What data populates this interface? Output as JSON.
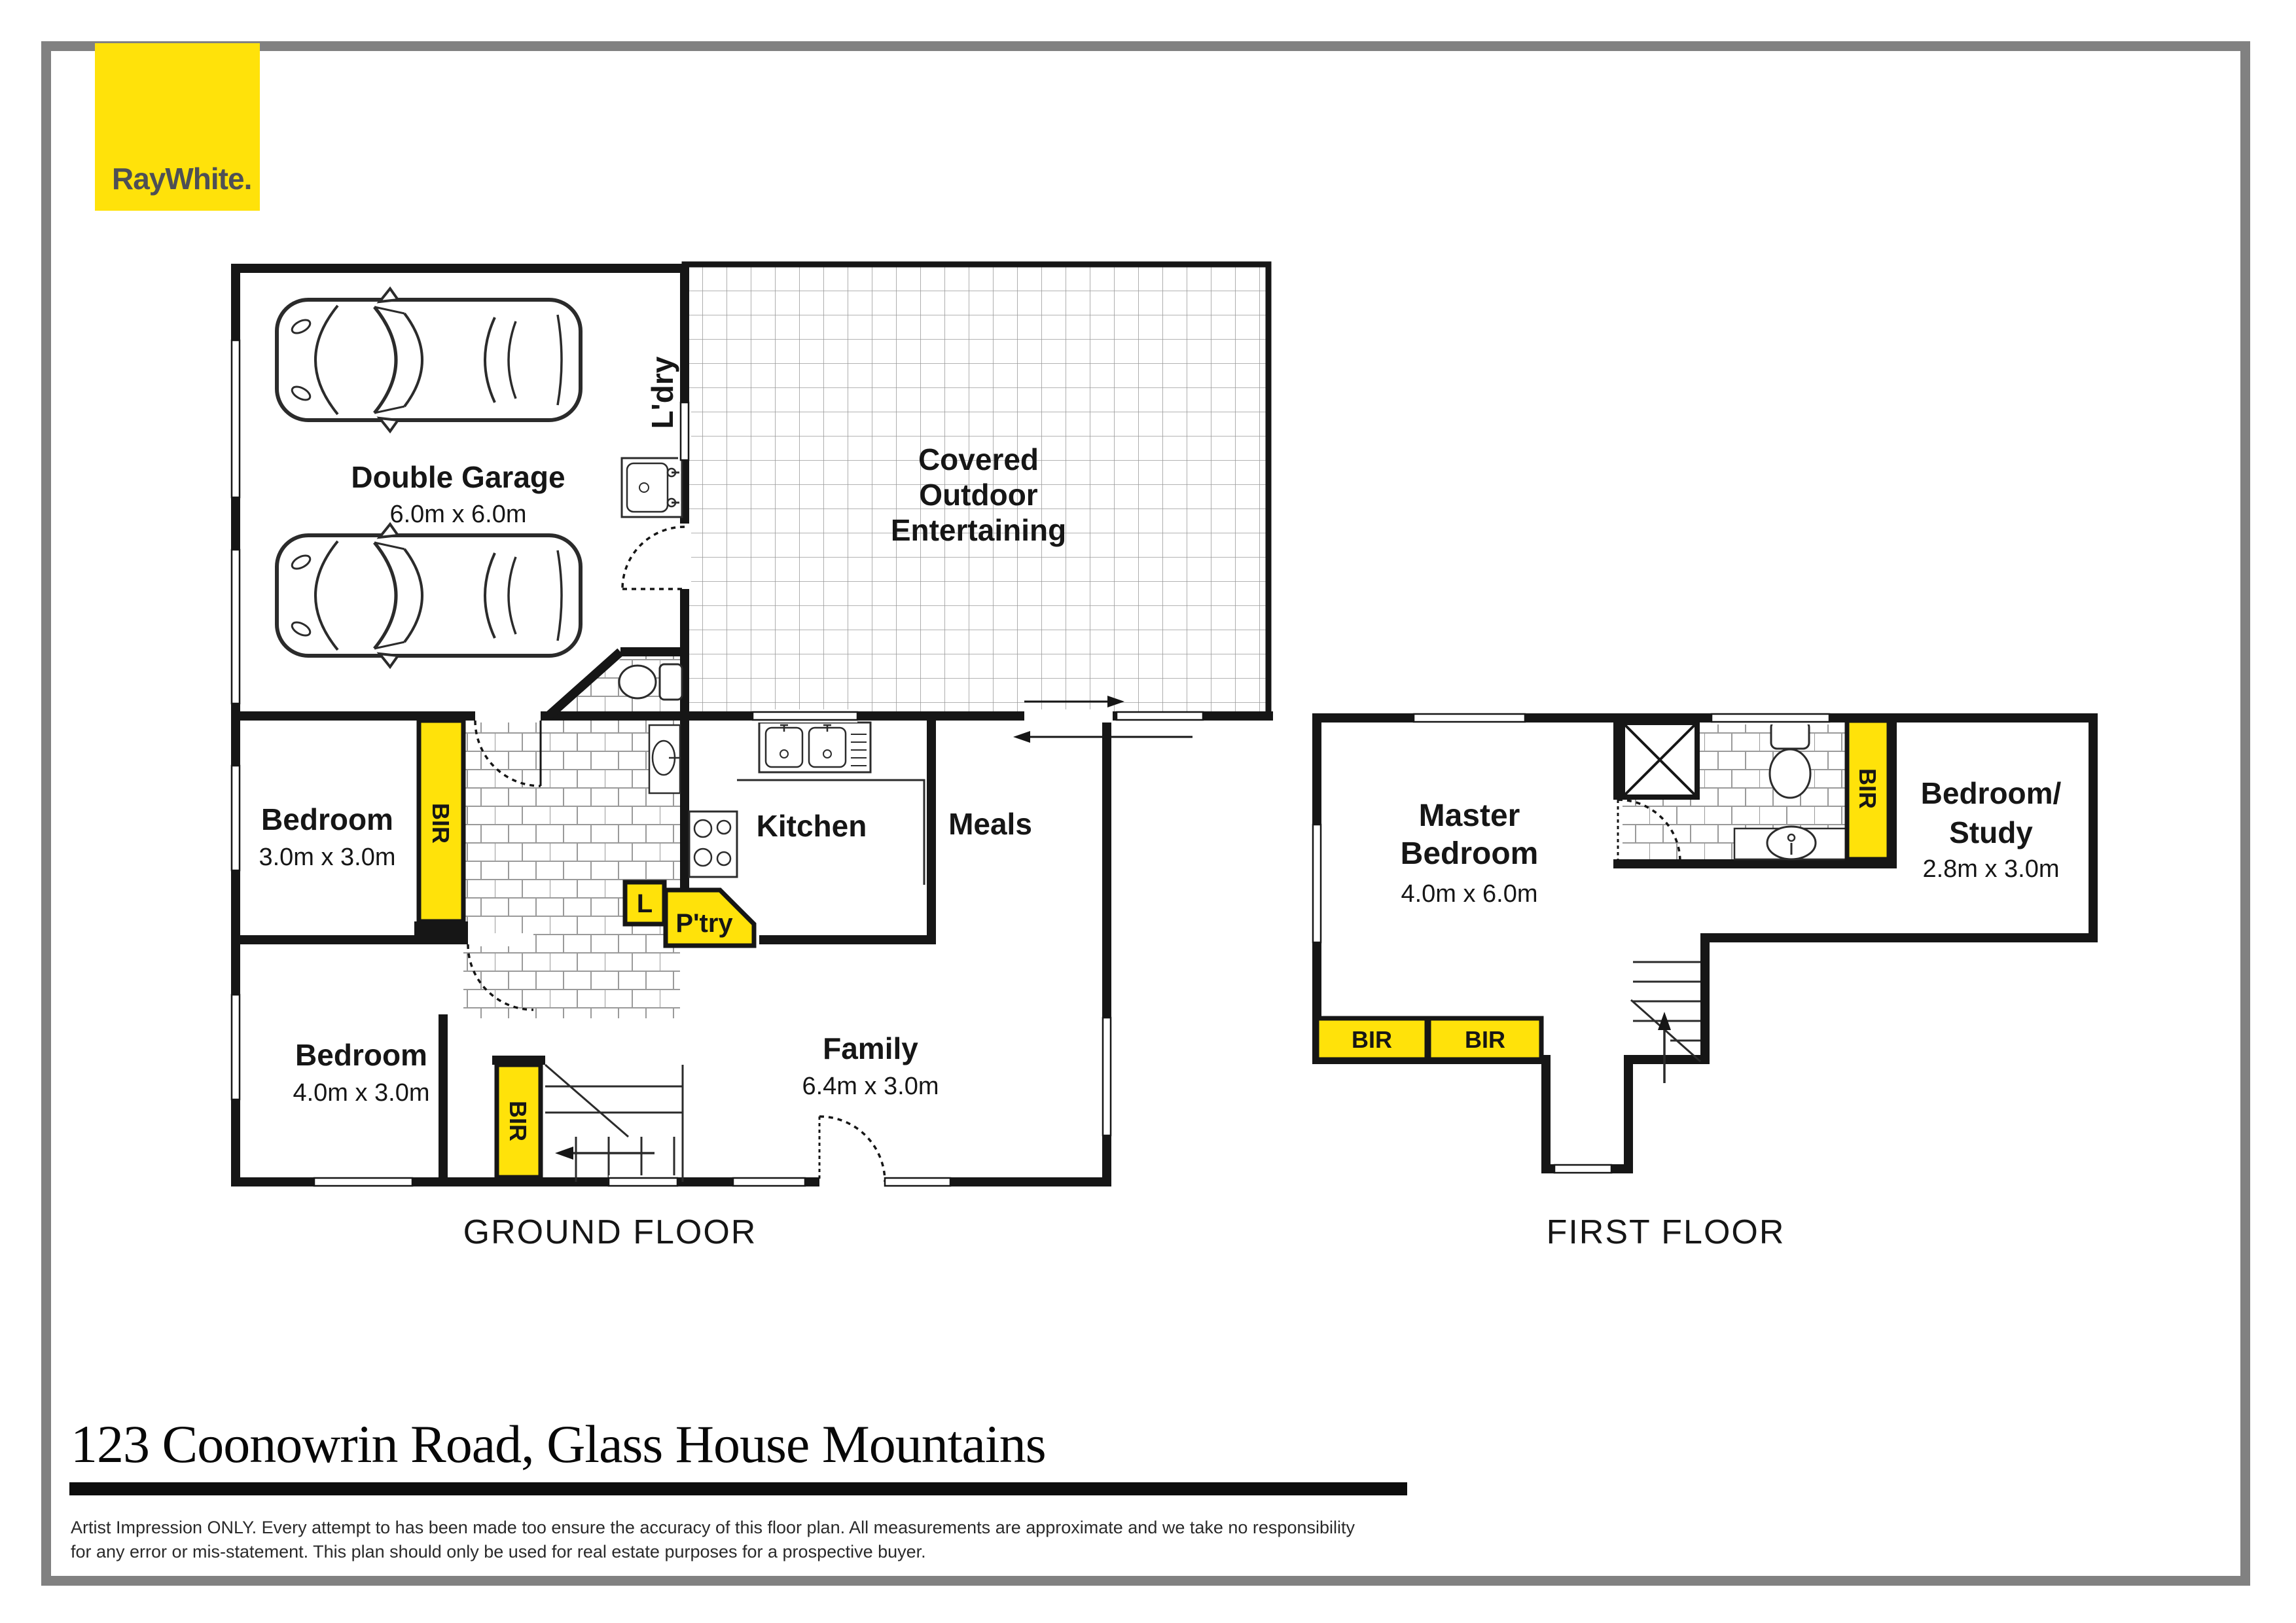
{
  "brand": {
    "name": "RayWhite."
  },
  "plan": {
    "ground": {
      "caption": "GROUND FLOOR",
      "wardrobe_label": "BIR",
      "rooms": {
        "garage": {
          "name": "Double Garage",
          "dims": "6.0m x 6.0m"
        },
        "laundry": {
          "name": "L'dry"
        },
        "covered": {
          "line1": "Covered",
          "line2": "Outdoor",
          "line3": "Entertaining"
        },
        "kitchen": {
          "name": "Kitchen"
        },
        "meals": {
          "name": "Meals"
        },
        "pantry": {
          "name": "P'try"
        },
        "linen": {
          "name": "L"
        },
        "bedroom1": {
          "name": "Bedroom",
          "dims": "3.0m x 3.0m"
        },
        "bedroom2": {
          "name": "Bedroom",
          "dims": "4.0m x 3.0m"
        },
        "family": {
          "name": "Family",
          "dims": "6.4m x 3.0m"
        }
      }
    },
    "first": {
      "caption": "FIRST FLOOR",
      "wardrobe_label": "BIR",
      "rooms": {
        "master": {
          "line1": "Master",
          "line2": "Bedroom",
          "dims": "4.0m x 6.0m"
        },
        "study": {
          "line1": "Bedroom/",
          "line2": "Study",
          "dims": "2.8m x 3.0m"
        }
      }
    }
  },
  "footer": {
    "address": "123 Coonowrin Road, Glass House Mountains",
    "disclaimer_line1": "Artist Impression ONLY. Every attempt to has been made too ensure the accuracy of this floor plan. All measurements are approximate and we take no responsibility",
    "disclaimer_line2": "for any error or mis-statement. This plan should only be used for real estate purposes for a prospective buyer."
  },
  "colors": {
    "brand_yellow": "#ffe20a",
    "wall_black": "#161616",
    "frame_gray": "#818181",
    "brand_text_gray": "#4e5055",
    "tile_line_gray": "#9a9a9a"
  }
}
